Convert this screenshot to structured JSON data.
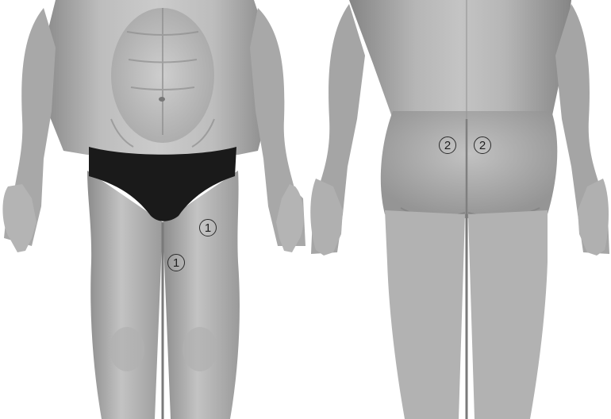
{
  "markers": {
    "front_thigh_outer": "1",
    "front_thigh_inner": "1",
    "back_lumbar_left": "2",
    "back_lumbar_right": "2"
  },
  "colors": {
    "skin_light": "#c9c9c9",
    "skin_mid": "#a7a7a7",
    "skin_dark": "#7d7d7d",
    "underwear": "#1a1a1a",
    "background": "#ffffff"
  }
}
